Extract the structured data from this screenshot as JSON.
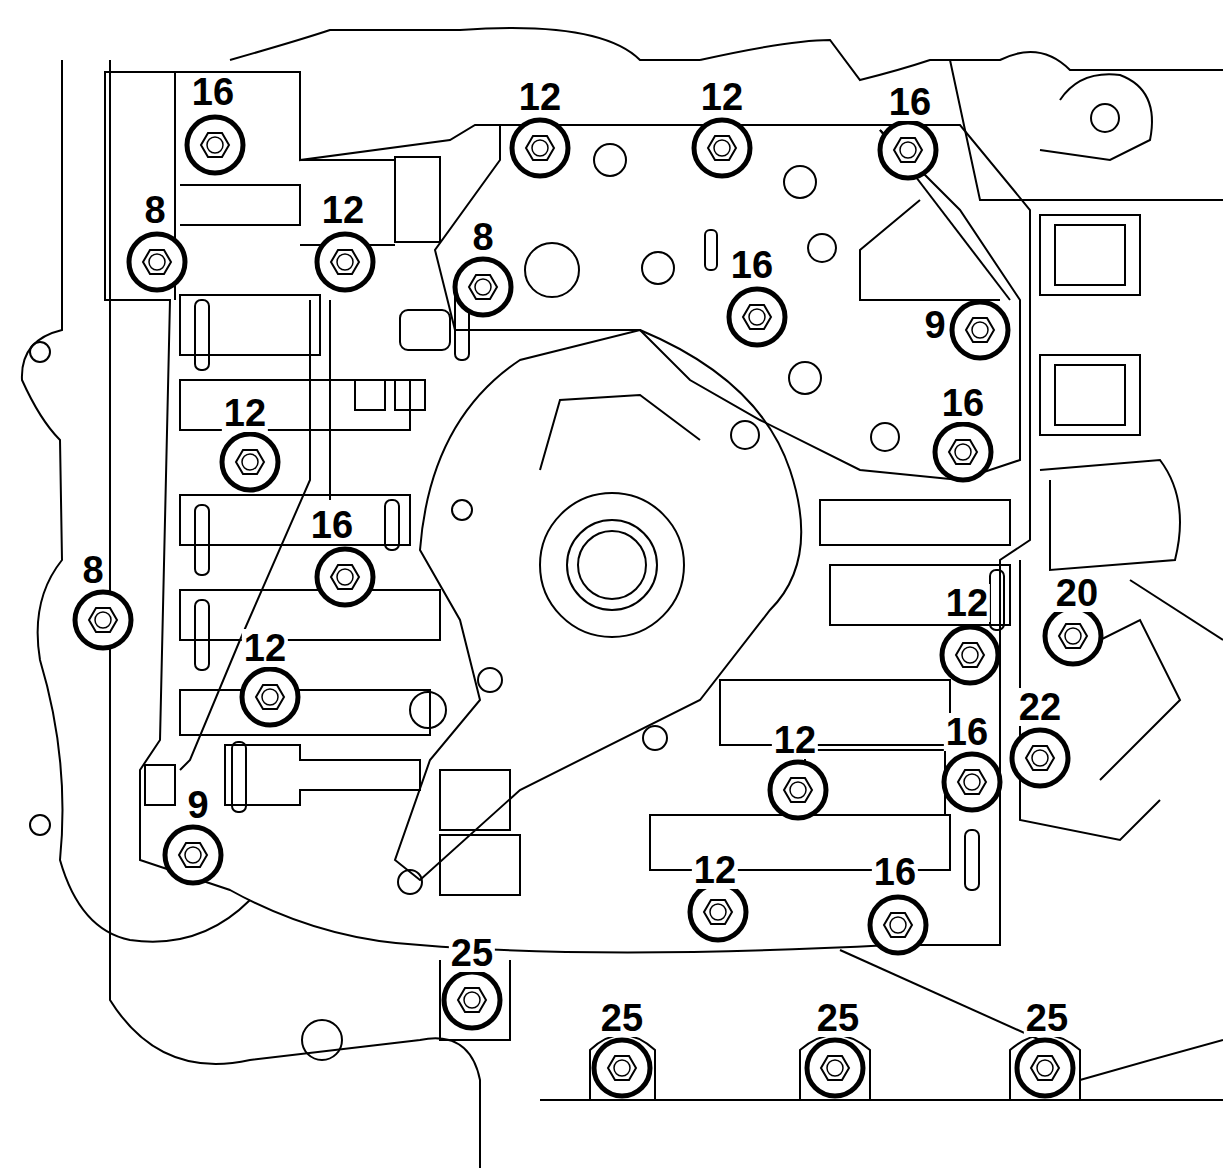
{
  "diagram": {
    "labels": [
      "16",
      "12",
      "12",
      "16",
      "8",
      "12",
      "8",
      "16",
      "9",
      "16",
      "12",
      "16",
      "8",
      "12",
      "20",
      "12",
      "22",
      "12",
      "16",
      "9",
      "12",
      "16",
      "25",
      "25",
      "25",
      "25"
    ]
  }
}
